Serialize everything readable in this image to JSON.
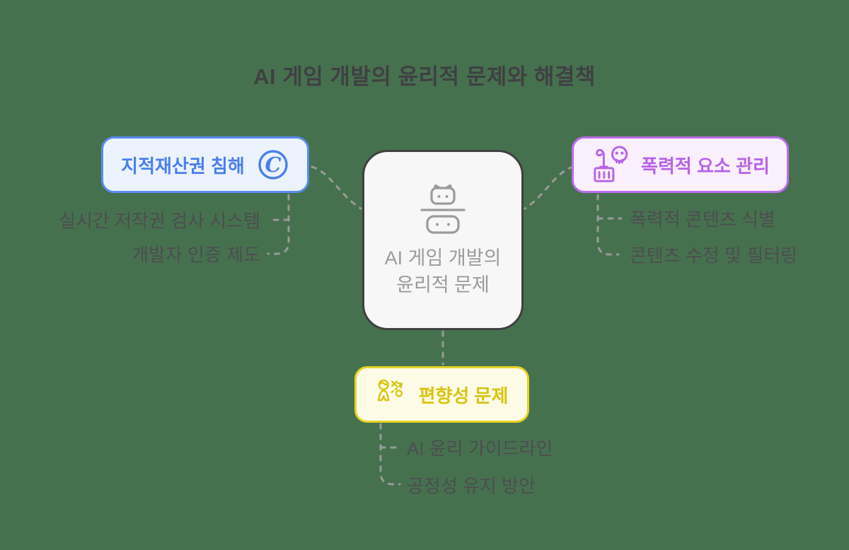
{
  "background_color": "#46714E",
  "title": "AI 게임 개발의 윤리적 문제와 해결책",
  "title_color": "#3f4044",
  "item_text_color": "#4d4d52",
  "connector_color": "#9a9a9a",
  "center": {
    "label": "AI 게임 개발의 윤리적 문제",
    "icon": "ai-gamedev-icon",
    "border_color": "#404040",
    "fill_color": "#f7f7f7",
    "text_color": "#9b9b9b"
  },
  "branches": [
    {
      "label": "지적재산권 침해",
      "icon": "copyright-icon",
      "accent": "#5a8cf2",
      "fill": "#edf3fe",
      "text_color": "#4a80ee",
      "items": [
        "실시간 저작권 검사 시스템",
        "개발자 인증 제도"
      ]
    },
    {
      "label": "폭력적 요소 관리",
      "icon": "skull-crate-icon",
      "accent": "#bc6deb",
      "fill": "#faf0fe",
      "text_color": "#b763e8",
      "items": [
        "폭력적 콘텐츠 식별",
        "콘텐츠 수정 및 필터링"
      ]
    },
    {
      "label": "편향성 문제",
      "icon": "person-strategy-icon",
      "accent": "#e7d226",
      "fill": "#fefce6",
      "text_color": "#d9c413",
      "items": [
        "AI 윤리 가이드라인",
        "공정성 유지 방안"
      ]
    }
  ]
}
